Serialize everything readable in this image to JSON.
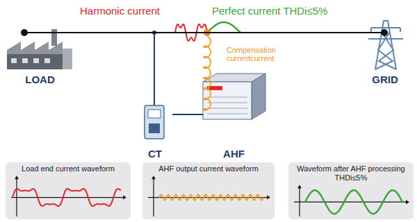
{
  "diagram": {
    "nodes": [
      {
        "text": [
          "LOAD"
        ]
      },
      {
        "text": [
          "CT"
        ]
      },
      {
        "text": [
          "AHF"
        ]
      },
      {
        "text": [
          "GRID"
        ]
      },
      {
        "text": [
          "Load end current waveform"
        ]
      },
      {
        "text": [
          "AHF output current waveform"
        ]
      },
      {
        "text": [
          "Waveform after AHF processing THDi≤5%"
        ]
      }
    ],
    "edges": [
      {
        "from": 0,
        "to": 3,
        "arrow": "none"
      },
      {
        "from": 1,
        "to": 2,
        "arrow": "none"
      }
    ],
    "labels": [
      "Harmonic current",
      "Perfect current THDi≤5%",
      "Compensation currentcurrent"
    ]
  }
}
